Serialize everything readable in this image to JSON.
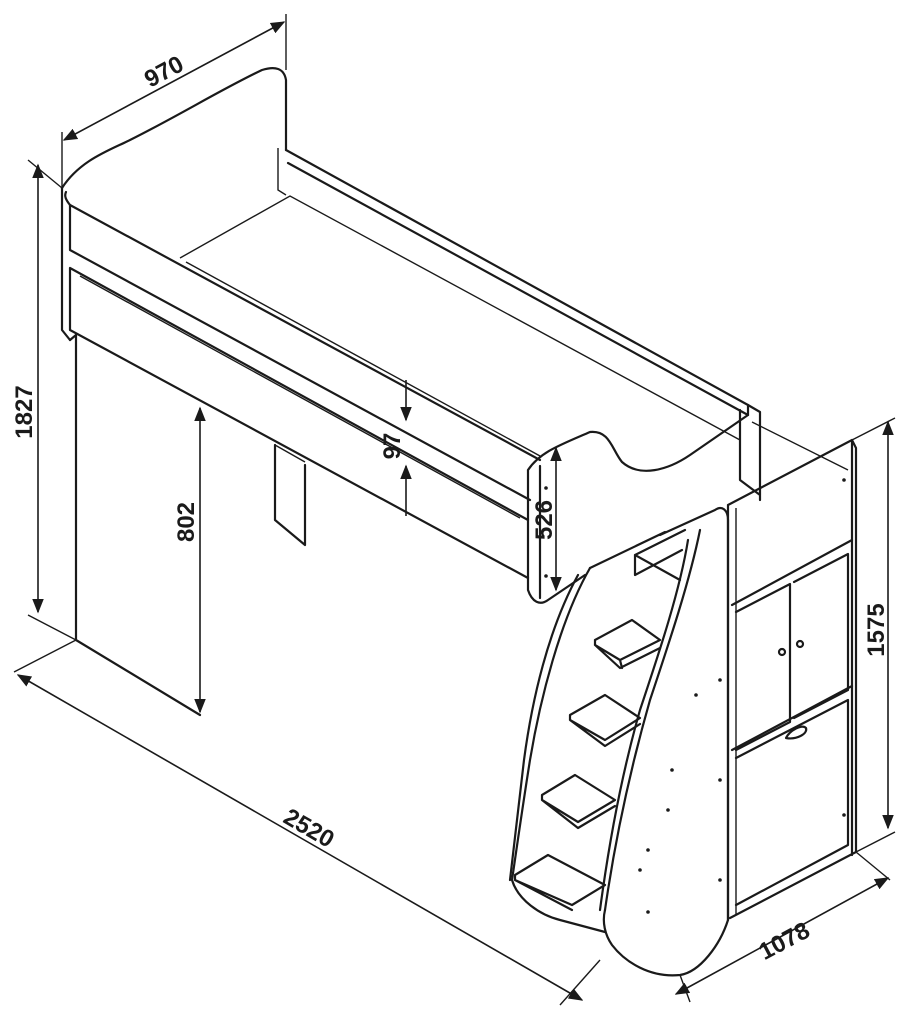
{
  "dimensions": {
    "width_top": "970",
    "height_total": "1827",
    "height_under": "802",
    "rail_height": "97",
    "end_panel_height": "526",
    "stair_height": "1575",
    "length_total": "2520",
    "depth_stairs": "1078"
  },
  "colors": {
    "line": "#1a1a1a",
    "background": "#ffffff"
  }
}
